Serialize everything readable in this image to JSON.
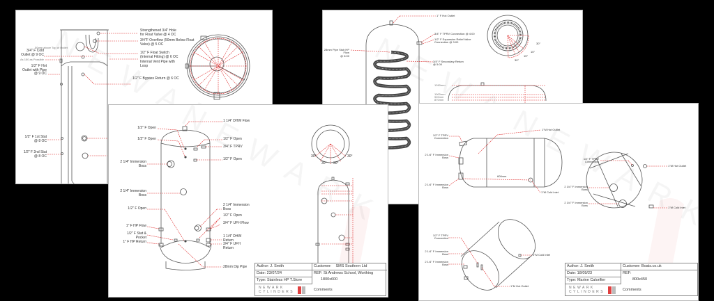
{
  "background_color": "#000000",
  "accent_color": "#e03030",
  "watermark": {
    "line1": "NEWARK",
    "line2": "CYLINDERS"
  },
  "sheets": {
    "header_tank": {
      "labels": {
        "strengthened_hole": "Strengthened 3/4\" Hole\nfor Float Valve @ 4 OC",
        "overflow": "3/4\"F Overflow (50mm Below Float\nValve) @ 5 OC",
        "float_switch": "1/2\" F Float Switch\n(Internal Fitting) @ 6 OC",
        "vent_pipe": "Internal Vent Pipe with\nLoop",
        "bypass_return": "1/2\" F Bypass Return @ 6 OC",
        "cold_outlet": "3/4\" F Cold\nOutlet @ 9 OC",
        "hot_outlet": "1/2\" F Hot\nOutlet with Pipe\n@ 9 OC",
        "first_stat": "1/2\" F 1st Stat\n@ 8 OC",
        "second_stat": "1/2\" F 2nd Stat\n@ 8 OC",
        "small_note_top": "50mm above Top of Outlet",
        "small_note_cold": "As 150 as Possible"
      }
    },
    "coil_tank": {
      "labels": {
        "hot_outlet": "1\" F Hot Outlet",
        "tprv": "3/4\" F TPRV Connection @ 4:00",
        "expansion": "1/2\" F Expansion Relief Valve\nConnection @ 3:00",
        "stub_flow": "28mm Pipe Stub HP\nFlow\n@ 6:00",
        "secondary_return": "3/4\" F Secondary Return\n@ 5:00",
        "angle_30a": "30°",
        "angle_15a": "15°",
        "angle_15b": "15°",
        "angle_30b": "30°",
        "dim_1": "1260mm",
        "dim_2": "1000mm",
        "dim_3": "920mm",
        "dim_4": "870mm"
      }
    },
    "thermal_store": {
      "labels": {
        "dhw_flow": "1 1/4\" DHW Flow",
        "open_l1": "1/2\" F Open",
        "open_l2": "1/2\" F Open",
        "open_r1": "1/2\" F Open",
        "tprv": "3/4\" F TPRV",
        "open_r2": "1/2\" F Open",
        "imm_boss_1": "2 1/4\" Immersion\nBoss",
        "imm_boss_2": "2 1/4\" Immersion\nBoss",
        "open_l3": "1/2\" F Open",
        "imm_boss_3": "2 1/4\" Immersion\nBoss",
        "open_r3": "1/2\" F Open",
        "ufh_flow": "3/4\" F UFH Flow",
        "hp_flow": "1\" F HP Flow",
        "stat_pocket": "1/2\" F Stat &\nPocket",
        "hp_return": "1\" F HP Return",
        "dhw_return": "1 1/4\" DHW\nReturn",
        "ufh_return": "3/4\" F UFH\nReturn",
        "dip_pipe": "28mm Dip Pipe",
        "angle_a": "30°",
        "angle_b": "30°",
        "angle_c": "30°",
        "angle_d": "30°"
      },
      "title_block": {
        "author": "Author: J. Smith",
        "date": "Date: 23/07/24",
        "type": "Type: Stainless HP T.Store",
        "customer_label": "Customer:",
        "customer": "SMS Southern Ltd",
        "ref": "REF: St Andrews School, Worthing",
        "size": "1800x600",
        "comments": "Comments",
        "logo_top": "NEWARK",
        "logo_bottom": "CYLINDERS"
      }
    },
    "marine_calorifier": {
      "labels": {
        "hot_outlet_top": "1\"M Hot Outlet",
        "tprv_side": "1/2\" F TPRV\nConnection",
        "imm_boss_1": "2 1/4\" F Immersion\nBoss",
        "imm_boss_2": "2 1/4\" F Immersion\nBoss",
        "length": "600mm",
        "cold_inlet_side": "1\"M Cold Inlet",
        "tprv_end": "1/2\" F TPRV\nConnection",
        "hot_outlet_end": "1\"M Hot Outlet",
        "imm_boss_end_1": "2 1/4\" F Immersion\nBoss",
        "imm_boss_end_2": "2 1/4\" F Immersion\nBoss",
        "cold_inlet_end": "1\"M Cold Inlet",
        "tprv_iso": "1/2\" F TPRV\nConnection",
        "imm_boss_iso_1": "2 1/4\" F Immersion\nBoss",
        "imm_boss_iso_2": "2 1/4\" F Immersion\nBoss",
        "cold_inlet_iso": "1\"M Cold Inlet",
        "hot_outlet_iso": "1\"M Hot Outlet"
      },
      "title_block": {
        "author": "Author: J. Smith",
        "date": "Date: 18/09/23",
        "type": "Type: Marine Calorifier",
        "customer": "Customer: Boats.co.uk",
        "ref": "REF:",
        "size": "800x450",
        "comments": "Comments",
        "logo_top": "NEWARK",
        "logo_bottom": "CYLINDERS"
      }
    }
  }
}
